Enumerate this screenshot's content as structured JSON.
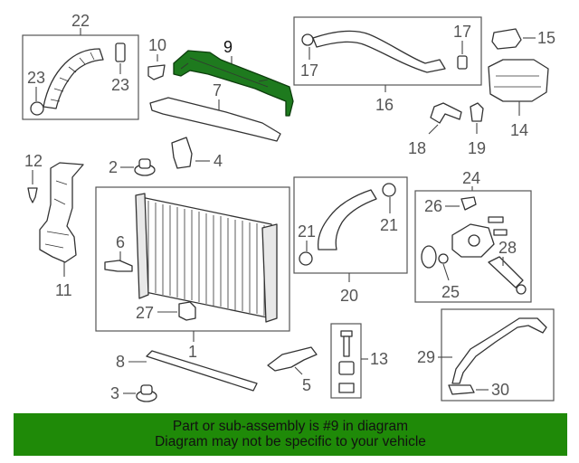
{
  "diagram": {
    "callouts": {
      "p1": "1",
      "p2": "2",
      "p3": "3",
      "p4": "4",
      "p5": "5",
      "p6": "6",
      "p7": "7",
      "p8": "8",
      "p9": "9",
      "p10": "10",
      "p11": "11",
      "p12": "12",
      "p13": "13",
      "p14": "14",
      "p15": "15",
      "p16": "16",
      "p17a": "17",
      "p17b": "17",
      "p18": "18",
      "p19": "19",
      "p20": "20",
      "p21a": "21",
      "p21b": "21",
      "p22": "22",
      "p23a": "23",
      "p23b": "23",
      "p24": "24",
      "p25": "25",
      "p26": "26",
      "p27": "27",
      "p28": "28",
      "p29": "29",
      "p30": "30"
    },
    "highlight_color": "#1e7a1e"
  },
  "footer": {
    "line1": "Part or sub-assembly is #9 in diagram",
    "line2": "Diagram may not be specific to your vehicle",
    "background_color": "#1f8a08"
  }
}
